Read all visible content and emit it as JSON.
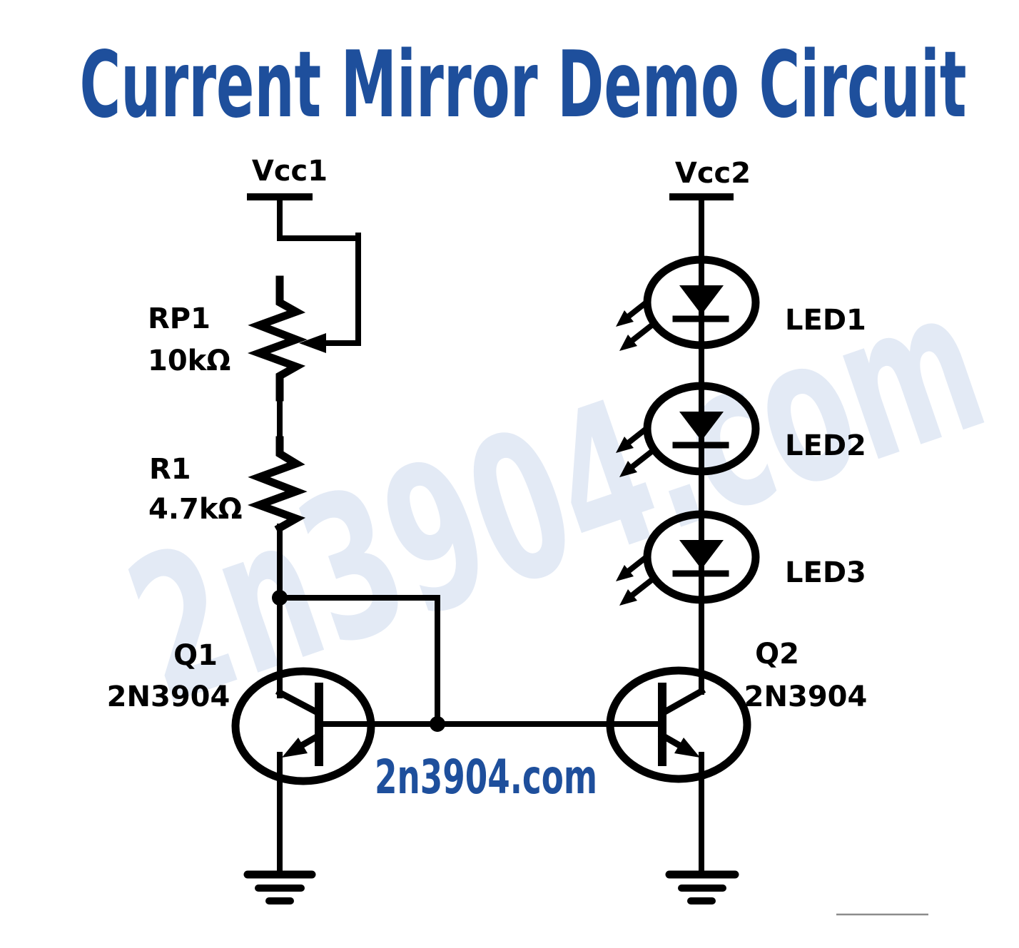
{
  "title": "Current Mirror Demo Circuit",
  "watermark_text": "2n3904.com",
  "site_text": "2n3904.com",
  "colors": {
    "title_blue": "#1e4f9c",
    "watermark_blue": "#e3eaf5",
    "schematic_black": "#000000",
    "divider_gray": "#8c8c8c"
  },
  "labels": {
    "vcc1": "Vcc1",
    "vcc2": "Vcc2",
    "rp1_ref": "RP1",
    "rp1_value": "10kΩ",
    "r1_ref": "R1",
    "r1_value": "4.7kΩ",
    "q1_ref": "Q1",
    "q1_part": "2N3904",
    "q2_ref": "Q2",
    "q2_part": "2N3904",
    "led1": "LED1",
    "led2": "LED2",
    "led3": "LED3"
  }
}
